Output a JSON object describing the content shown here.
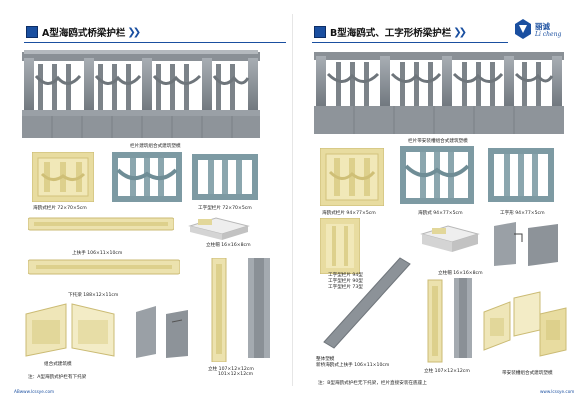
{
  "left": {
    "title": "A型海鸥式桥梁护栏",
    "assembly_caption": "栏片建筑组合式建筑塑模",
    "captions": {
      "gull_mold": "海鸥式栏片 72×70×5cm",
      "i_mold": "工字型栏片 72×70×5cm",
      "top_rail": "上扶手 106×11×10cm",
      "post_mold": "立柱帽 16×16×8cm",
      "bottom_rail": "下托梁 188×12×11cm",
      "combo": "组合式建筑模",
      "column": "立柱 107×12×12cm",
      "column2": "101×12×12cm"
    },
    "note": "注：A型海鸥式护栏有下托梁"
  },
  "right": {
    "title": "B型海鸥式、工字形桥梁护栏",
    "assembly_caption": "栏片带安装槽组合式建筑塑模",
    "captions": {
      "gull_mold": "海鸥式栏片 94×77×5cm",
      "gull_mold2": "海鸥式 94×77×5cm",
      "i_mold": "工字形 94×77×5cm",
      "i_type_list": [
        "工字型栏片 94型",
        "工字型栏片 90型",
        "工字型栏片 73型"
      ],
      "post_mold": "立柱帽 16×16×8cm",
      "whole": "整体塑模",
      "handrail": "新桥海鸥式上扶手 106×11×10cm",
      "column": "立柱 107×12×12cm",
      "combo": "带安装槽组合式建筑塑模"
    },
    "note": "注：B型海鸥式护栏无下托梁，栏片直接安装在底座上"
  },
  "logo": {
    "cn": "丽诚",
    "en": "Li cheng"
  },
  "footer": {
    "left": "ABwww.lcssye.com",
    "right": "www.lcssye.com"
  }
}
